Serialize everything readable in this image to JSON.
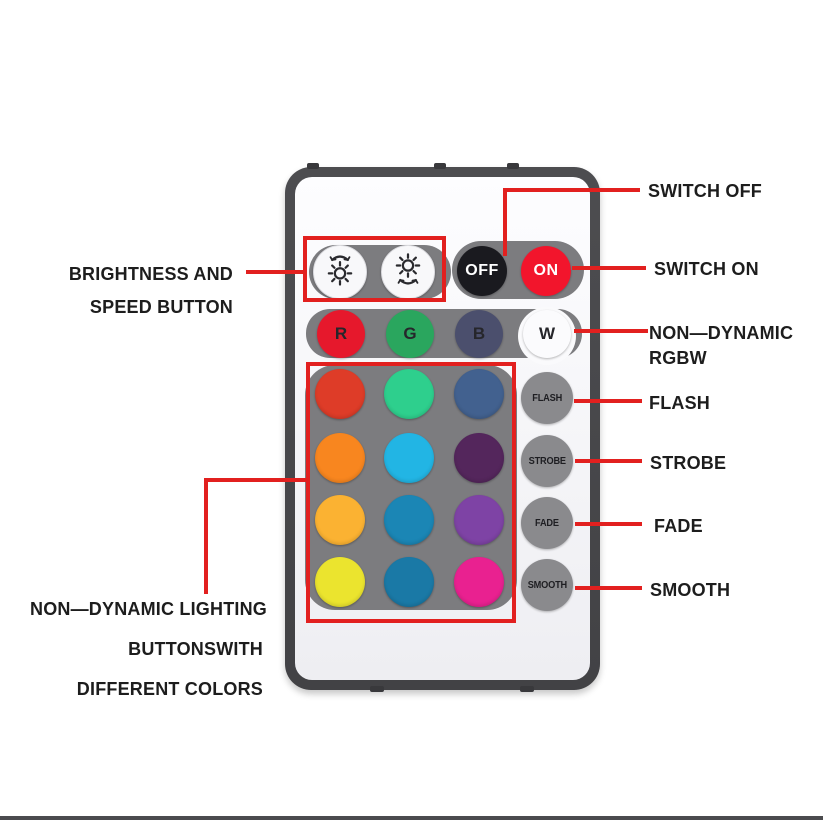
{
  "annotations": {
    "switch_off": "SWITCH OFF",
    "switch_on": "SWITCH ON",
    "non_dynamic_rgbw": {
      "line1": "NON—DYNAMIC",
      "line2": "RGBW"
    },
    "flash": "FLASH",
    "strobe": "STROBE",
    "fade": "FADE",
    "smooth": "SMOOTH",
    "brightness_speed": {
      "line1": "BRIGHTNESS AND",
      "line2": "SPEED BUTTON"
    },
    "non_dynamic_lighting": {
      "line1": "NON—DYNAMIC LIGHTING",
      "line2": "BUTTONSWITH",
      "line3": "DIFFERENT COLORS"
    }
  },
  "remote": {
    "power_buttons": [
      {
        "id": "off",
        "label": "OFF",
        "bg": "#1a1a1f",
        "fg": "#ffffff"
      },
      {
        "id": "on",
        "label": "ON",
        "bg": "#f2152c",
        "fg": "#ffffff"
      }
    ],
    "rgbw_buttons": [
      {
        "id": "red",
        "label": "R",
        "color": "#e6182c"
      },
      {
        "id": "green",
        "label": "G",
        "color": "#2aa65e"
      },
      {
        "id": "blue",
        "label": "B",
        "color": "#4b4f6d"
      },
      {
        "id": "white",
        "label": "W",
        "color": "#fbfbfd"
      }
    ],
    "mode_buttons": [
      "FLASH",
      "STROBE",
      "FADE",
      "SMOOTH"
    ],
    "color_grid": [
      [
        "#de3c28",
        "#2ecf8d",
        "#42618f"
      ],
      [
        "#f8861f",
        "#22b5e4",
        "#54265c"
      ],
      [
        "#fbb232",
        "#1b86b5",
        "#7e43a5"
      ],
      [
        "#ebe42e",
        "#1a79a6",
        "#e92190"
      ]
    ]
  },
  "colors": {
    "annotation_red": "#e2201f",
    "panel_gray": "#7c7c7f",
    "remote_frame": "#47474a"
  }
}
